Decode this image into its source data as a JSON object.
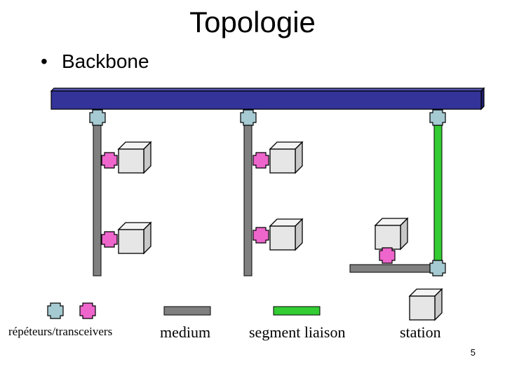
{
  "slide": {
    "title": "Topologie",
    "bullet": "Backbone",
    "page_number": "5"
  },
  "legend": {
    "repeaters": "répéteurs/transceivers",
    "medium": "medium",
    "link_segment": "segment liaison",
    "station": "station"
  },
  "colors": {
    "backbone": "#333399",
    "medium": "#808080",
    "link_segment": "#33cc33",
    "repeater": "#a6cad2",
    "transceiver": "#ee66cc",
    "station_face": "#e6e6e6",
    "station_top": "#f4f4f4",
    "station_side": "#c8c8c8"
  }
}
